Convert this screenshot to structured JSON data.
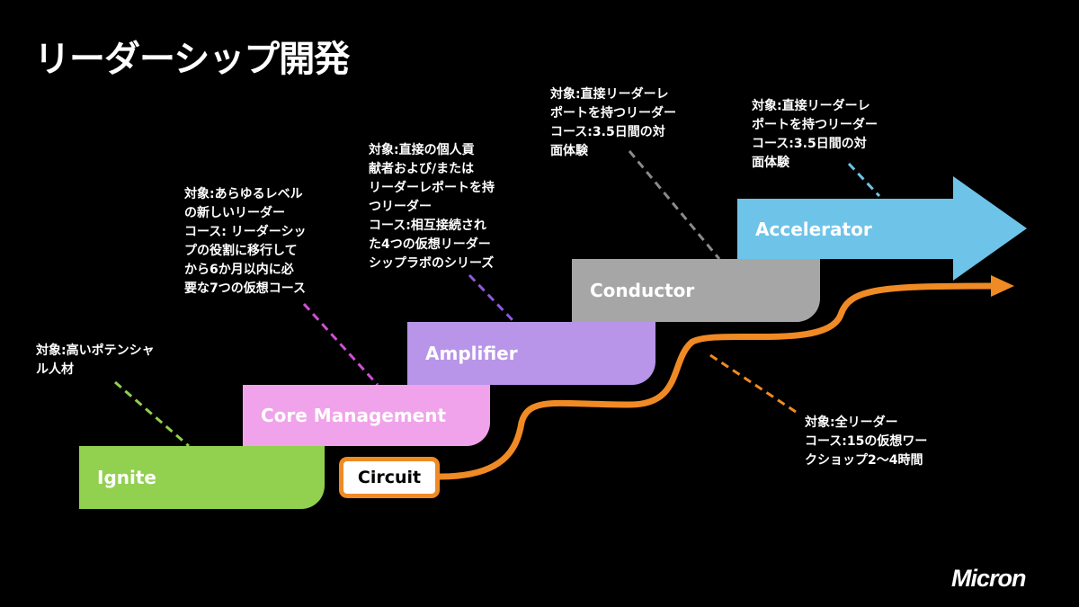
{
  "title": "リーダーシップ開発",
  "colors": {
    "ignite": "#92d050",
    "core_management": "#f0a3ea",
    "amplifier": "#b895e8",
    "conductor": "#a6a6a6",
    "accelerator": "#6ec3e8",
    "circuit_border": "#f08a24",
    "orange_path": "#f08a24"
  },
  "steps": [
    {
      "label": "Ignite"
    },
    {
      "label": "Core Management"
    },
    {
      "label": "Amplifier"
    },
    {
      "label": "Conductor"
    },
    {
      "label": "Accelerator"
    }
  ],
  "circuit": {
    "label": "Circuit"
  },
  "notes": {
    "ignite": "対象:高いポテンシャ\nル人材",
    "core_management": "対象:あらゆるレベル\nの新しいリーダー\nコース: リーダーシッ\nプの役割に移行して\nから6か月以内に必\n要な7つの仮想コース",
    "amplifier": "対象:直接の個人貢\n献者および/または\nリーダーレポートを持\nつリーダー\nコース:相互接続され\nた4つの仮想リーダー\nシップラボのシリーズ",
    "conductor": "対象:直接リーダーレ\nポートを持つリーダー\nコース:3.5日間の対\n面体験",
    "accelerator": "対象:直接リーダーレ\nポートを持つリーダー\nコース:3.5日間の対\n面体験",
    "circuit": "対象:全リーダー\nコース:15の仮想ワー\nクショップ2～4時間"
  },
  "logo": "Micron"
}
